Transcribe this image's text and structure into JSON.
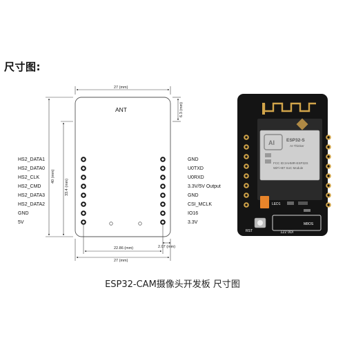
{
  "page": {
    "heading": "尺寸图:",
    "caption": "ESP32-CAM摄像头开发板 尺寸图"
  },
  "diagram": {
    "antenna_label": "ANT",
    "left_pins": [
      "HS2_DATA1",
      "HS2_DATA0",
      "HS2_CLK",
      "HS2_CMD",
      "HS2_DATA3",
      "HS2_DATA2",
      "GND",
      "5V"
    ],
    "right_pins": [
      "GND",
      "U0TXD",
      "U0RXD",
      "3.3V/5V Output",
      "GND",
      "CSI_MCLK",
      "IO16",
      "3.3V"
    ],
    "dimensions": {
      "top_width": "27 (mm)",
      "bottom_width": "27 (mm)",
      "height": "40 (mm)",
      "pin_span": "33.4 (mm)",
      "antenna_height": "6.3 (mm)",
      "row_span": "22.86 (mm)",
      "edge_offset": "2.07 (mm)"
    }
  },
  "board": {
    "chip_brand": "AI",
    "chip_model": "ESP32-S",
    "chip_maker": "AI-Thinker",
    "chip_fcc": "FCC ID:2AHMR-ESP32S",
    "chip_desc": "WiFi+BT SoC Module",
    "led_label": "LED1",
    "rst_label": "RST",
    "bottom_code": "M8OS",
    "side_code": "IO0 ZZT"
  },
  "colors": {
    "board": "#141414",
    "gold": "#d2a54a",
    "shield": "#cfcfcf",
    "led": "#e8842a"
  }
}
